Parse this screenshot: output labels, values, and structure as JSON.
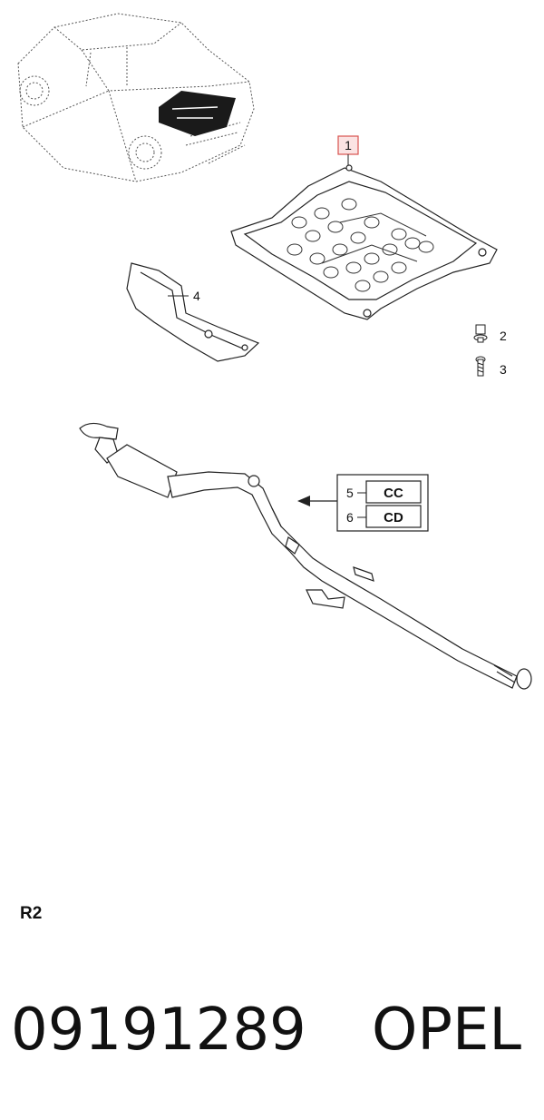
{
  "callouts": {
    "c1": "1",
    "c2": "2",
    "c3": "3",
    "c4": "4",
    "c5": "5",
    "c6": "6"
  },
  "codes": {
    "cc": "CC",
    "cd": "CD"
  },
  "region_code": "R2",
  "footer": {
    "part_number": "09191289",
    "brand": "OPEL"
  },
  "colors": {
    "line": "#222222",
    "highlight_box": "#d9534f",
    "highlight_fill": "#fbe3e3",
    "dark_fill": "#1a1a1a"
  }
}
